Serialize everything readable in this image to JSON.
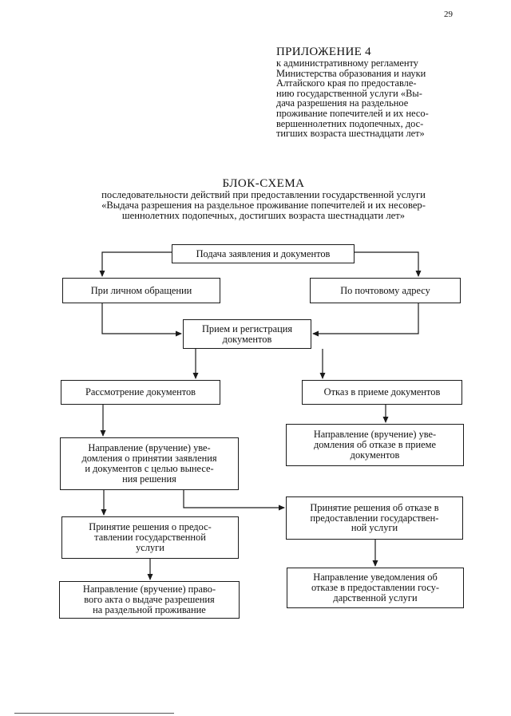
{
  "page_number": "29",
  "appendix": {
    "title": "ПРИЛОЖЕНИЕ 4",
    "text": "к административному регламенту\nМинистерства образования и науки\nАлтайского края по предоставле-\nнию государственной услуги «Вы-\nдача разрешения на раздельное\nпроживание попечителей и их несо-\nвершеннолетних подопечных, дос-\nтигших возраста шестнадцати лет»"
  },
  "heading": {
    "title": "БЛОК-СХЕМА",
    "text": "последовательности действий при предоставлении государственной услуги\n«Выдача разрешения на раздельное проживание попечителей и их несовер-\nшеннолетних подопечных, достигших возраста шестнадцати лет»"
  },
  "flowchart": {
    "nodes": {
      "submit": "Подача заявления и документов",
      "in_person": "При личном обращении",
      "by_mail": "По почтовому адресу",
      "registration": "Прием и регистрация\nдокументов",
      "review": "Рассмотрение документов",
      "refusal_accept": "Отказ в приеме документов",
      "notify_refusal_accept": "Направление (вручение) уве-\nдомления об отказе в приеме\nдокументов",
      "notify_accept": "Направление (вручение) уве-\nдомления о принятии заявления\nи документов с целью вынесе-\nния решения",
      "decision_grant": "Принятие решения о предос-\nтавлении государственной\nуслуги",
      "decision_refuse": "Принятие решения об отказе в\nпредоставлении государствен-\nной услуги",
      "issue_act": "Направление (вручение) право-\nвого акта о выдаче разрешения\nна раздельной проживание",
      "notify_refuse_service": "Направление уведомления об\nотказе в предоставлении госу-\nдарственной услуги"
    }
  },
  "colors": {
    "line": "#1a1a1a",
    "text": "#111111",
    "background": "#ffffff"
  }
}
